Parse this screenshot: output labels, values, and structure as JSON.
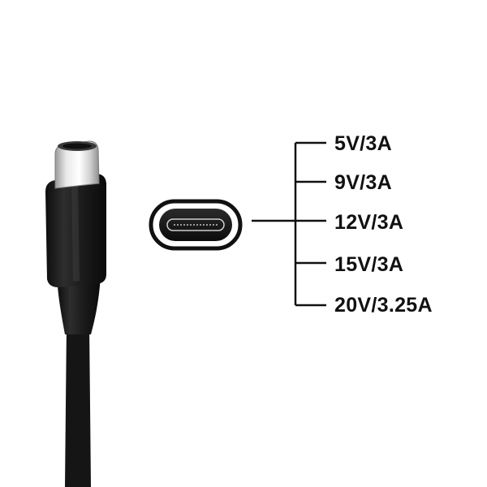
{
  "specs": {
    "items": [
      {
        "label": "5V/3A"
      },
      {
        "label": "9V/3A"
      },
      {
        "label": "12V/3A"
      },
      {
        "label": "15V/3A"
      },
      {
        "label": "20V/3.25A"
      }
    ]
  },
  "colors": {
    "background": "#ffffff",
    "text": "#111111",
    "cable_body": "#1c1c1c",
    "metal_plug": "#d8d8d8",
    "port_outline": "#111111"
  },
  "icons": {
    "cable": "usb-c-cable-icon",
    "port": "usb-c-port-icon",
    "bracket": "bracket-lines"
  }
}
